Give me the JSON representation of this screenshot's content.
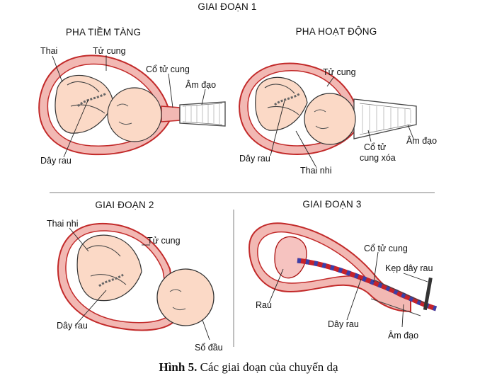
{
  "stage1": {
    "title": "GIAI ĐOẠN 1",
    "latent": {
      "title": "PHA TIỀM TÀNG",
      "labels": {
        "fetus": "Thai",
        "uterus": "Tử cung",
        "cervix": "Cổ tử cung",
        "vagina": "Âm đạo",
        "cord": "Dây rau"
      }
    },
    "active": {
      "title": "PHA HOẠT ĐỘNG",
      "labels": {
        "uterus": "Tử cung",
        "cord": "Dây rau",
        "fetus": "Thai nhi",
        "cervix_line1": "Cổ tử",
        "cervix_line2": "cung xóa",
        "vagina": "Âm đạo"
      }
    }
  },
  "stage2": {
    "title": "GIAI ĐOẠN 2",
    "labels": {
      "fetus": "Thai nhi",
      "uterus": "Tử cung",
      "cord": "Dây rau",
      "crowning": "Sổ đầu"
    }
  },
  "stage3": {
    "title": "GIAI ĐOẠN 3",
    "labels": {
      "cervix": "Cổ tử cung",
      "clamp": "Kẹp dây rau",
      "placenta": "Rau",
      "cord": "Dây rau",
      "vagina": "Âm đạo"
    }
  },
  "caption": {
    "number": "Hình 5.",
    "text": "Các giai đoạn của chuyển dạ"
  },
  "colors": {
    "uterus_wall": "#f2b8b3",
    "outline": "#c22a2a",
    "skin": "#fbd9c6",
    "cord_red": "#c5232b",
    "cord_blue": "#3b3fa8",
    "divider": "#999999"
  }
}
